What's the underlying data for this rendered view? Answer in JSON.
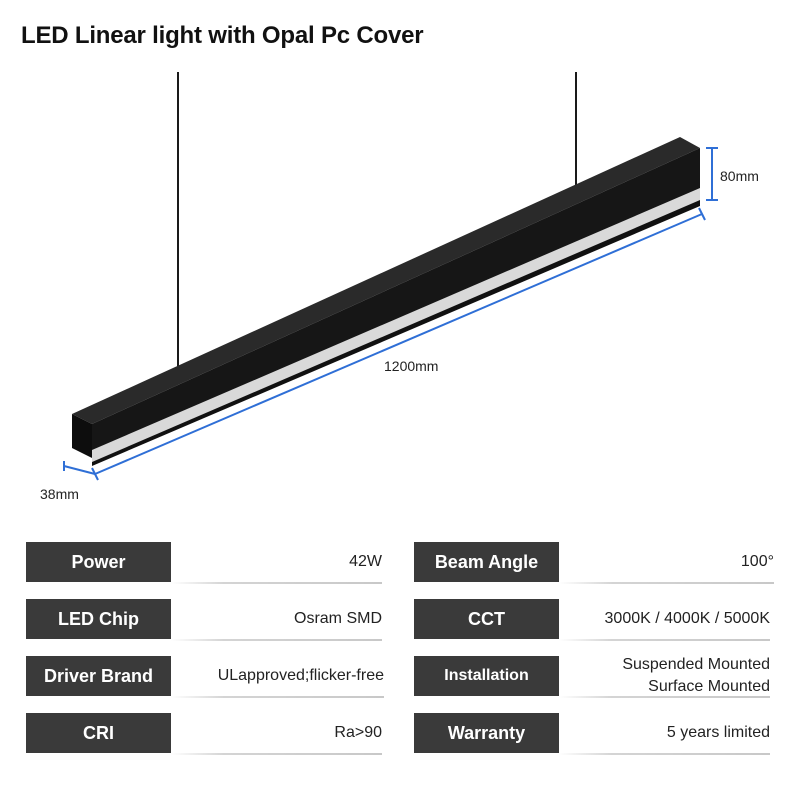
{
  "title": "LED Linear light with Opal Pc Cover",
  "dimensions": {
    "height": "80mm",
    "length": "1200mm",
    "width": "38mm"
  },
  "specs_left": [
    {
      "label": "Power",
      "value": "42W"
    },
    {
      "label": "LED Chip",
      "value": "Osram SMD"
    },
    {
      "label": "Driver Brand",
      "value": "ULapproved;flicker-free"
    },
    {
      "label": "CRI",
      "value": "Ra>90"
    }
  ],
  "specs_right": [
    {
      "label": "Beam Angle",
      "value": "100°"
    },
    {
      "label": "CCT",
      "value": "3000K / 4000K / 5000K"
    },
    {
      "label": "Installation",
      "value_line1": "Suspended Mounted",
      "value_line2": "Surface Mounted"
    },
    {
      "label": "Warranty",
      "value": "5 years limited"
    }
  ],
  "colors": {
    "label_bg": "#3a3a3a",
    "dimension_line": "#2f6fd6",
    "fixture_body": "#151515"
  }
}
